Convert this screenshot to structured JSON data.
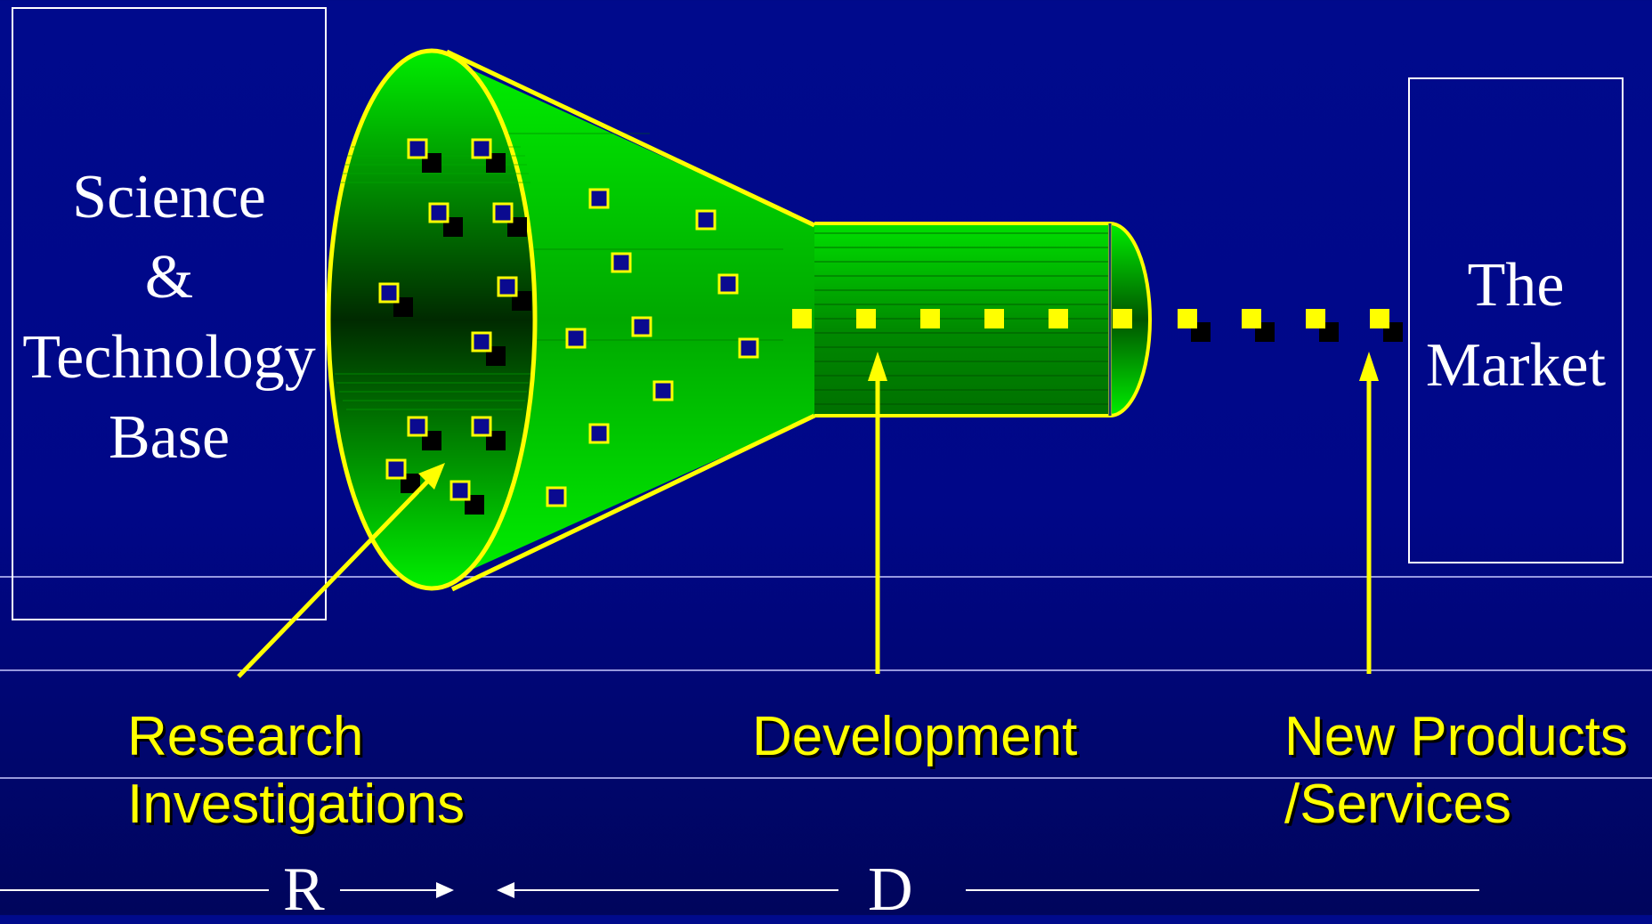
{
  "science_box": {
    "lines": [
      "Science",
      "&",
      "Technology",
      "Base"
    ]
  },
  "market_box": {
    "lines": [
      "The",
      "Market"
    ]
  },
  "labels": {
    "research": [
      "Research",
      "Investigations"
    ],
    "development": "Development",
    "new_products": [
      "New Products",
      "/Services"
    ]
  },
  "axis": {
    "r": "R",
    "d": "D"
  },
  "colors": {
    "background": "#000a8c",
    "funnel_green": "#00ee00",
    "funnel_dark": "#003300",
    "outline_yellow": "#ffff00",
    "text_white": "#ffffff",
    "idea_square_fill": "#0a0a90",
    "product_square": "#ffff00"
  }
}
